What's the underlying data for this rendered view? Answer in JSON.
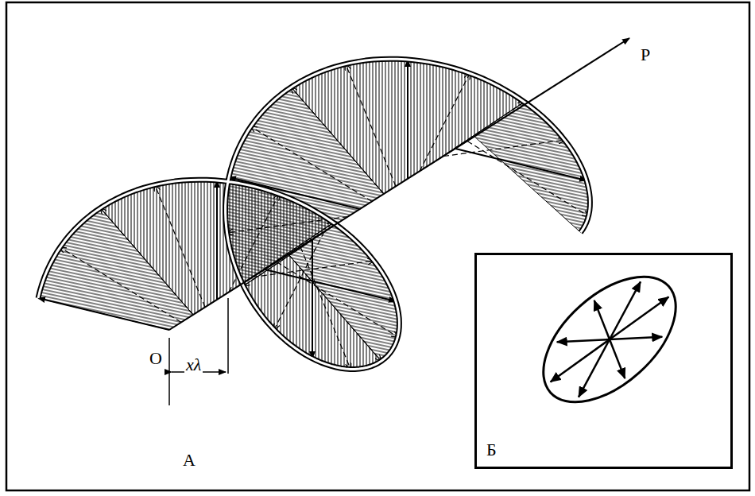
{
  "diagram": {
    "nodes": [
      {
        "text": [
          "Б"
        ]
      }
    ],
    "labels": [
      "P",
      "O",
      "xλ",
      "А"
    ]
  }
}
